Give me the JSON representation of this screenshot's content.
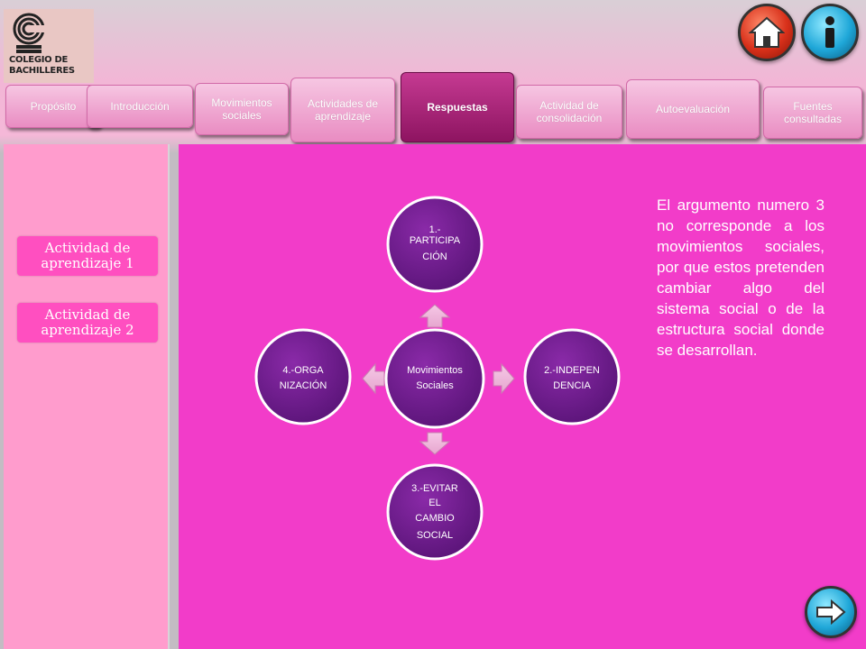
{
  "header": {
    "logo_text": [
      "COLEGIO DE",
      "BACHILLERES"
    ]
  },
  "tabs": [
    {
      "label": "Propósito",
      "active": false
    },
    {
      "label": "Introducción",
      "active": false
    },
    {
      "label": "Movimientos sociales",
      "active": false
    },
    {
      "label": "Actividades de aprendizaje",
      "active": false
    },
    {
      "label": "Respuestas",
      "active": true
    },
    {
      "label": "Actividad de consolidación",
      "active": false
    },
    {
      "label": "Autoevaluación",
      "active": false
    },
    {
      "label": "Fuentes consultadas",
      "active": false
    }
  ],
  "sidebar": {
    "items": [
      {
        "label": "Actividad de aprendizaje 1"
      },
      {
        "label": "Actividad de aprendizaje 2"
      }
    ]
  },
  "diagram": {
    "center": [
      "Movimientos",
      "Sociales"
    ],
    "top": [
      "1.-",
      "PARTICIPA",
      "CIÓN"
    ],
    "right": [
      "2.-INDEPEN",
      "DENCIA"
    ],
    "bottom": [
      "3.-EVITAR",
      "EL",
      "CAMBIO",
      "SOCIAL"
    ],
    "left": [
      "4.-ORGA",
      "NIZACIÓN"
    ]
  },
  "answer_text": "El argumento numero 3 no corresponde a los movimientos sociales, por que estos pretenden cambiar algo del sistema social o de la estructura social donde se desarrollan.",
  "colors": {
    "main_bg": "#f23cc9",
    "sidebar_bg": "#ff9ccd",
    "node_purple": "#6a1b8a",
    "active_tab": "#a01e72"
  }
}
